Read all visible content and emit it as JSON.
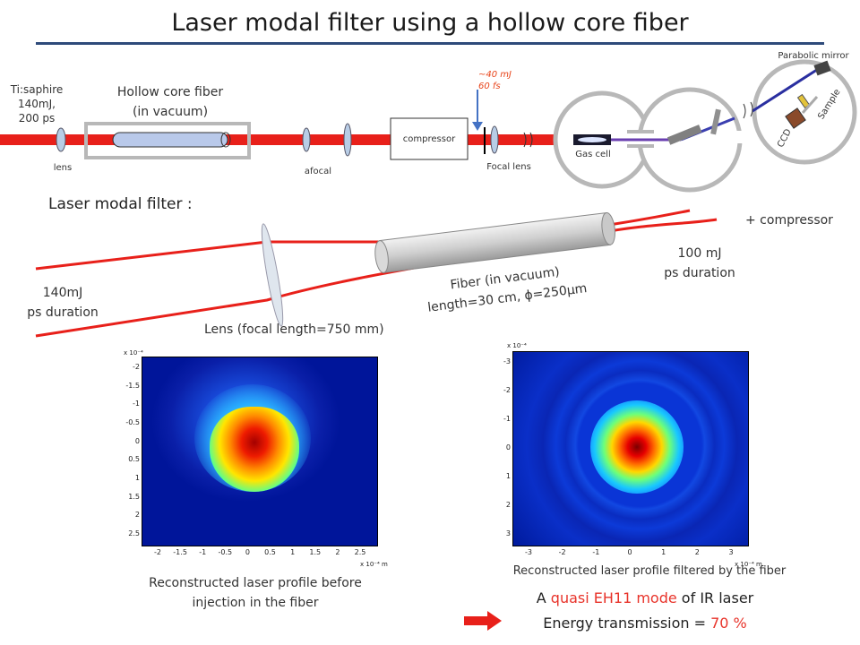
{
  "title": "Laser modal filter using a hollow core fiber",
  "setup": {
    "source_line1": "Ti:saphire",
    "source_line2": "140mJ,",
    "source_line3": "200 ps",
    "lens": "lens",
    "hollow_fiber_line1": "Hollow core fiber",
    "hollow_fiber_line2": "(in vacuum)",
    "afocal": "afocal",
    "compressor": "compressor",
    "pulse_line1": "~40 mJ",
    "pulse_line2": "60 fs",
    "focal_lens": "Focal lens",
    "gas_cell": "Gas cell",
    "parabolic_mirror": "Parabolic mirror",
    "sample": "Sample",
    "ccd": "CCD"
  },
  "filter": {
    "heading": "Laser modal filter :",
    "plus_compressor": "+ compressor",
    "output_line1": "100 mJ",
    "output_line2": "ps duration",
    "input_line1": "140mJ",
    "input_line2": "ps duration",
    "fiber_line1": "Fiber  (in vacuum)",
    "fiber_line2": "length=30 cm, ϕ=250µm",
    "lens": "Lens  (focal length=750 mm)"
  },
  "profile_left": {
    "exp": "x 10⁻⁴",
    "xunit": "x 10⁻⁴ m",
    "yticks": [
      "-2",
      "-1.5",
      "-1",
      "-0.5",
      "0",
      "0.5",
      "1",
      "1.5",
      "2",
      "2.5"
    ],
    "xticks": [
      "-2",
      "-1.5",
      "-1",
      "-0.5",
      "0",
      "0.5",
      "1",
      "1.5",
      "2",
      "2.5"
    ],
    "caption_line1": "Reconstructed laser profile before",
    "caption_line2": "injection in the fiber"
  },
  "profile_right": {
    "exp": "x 10⁻⁴",
    "xunit": "x 10⁻⁴ m",
    "yticks": [
      "-3",
      "-2",
      "-1",
      "0",
      "1",
      "2",
      "3"
    ],
    "xticks": [
      "-3",
      "-2",
      "-1",
      "0",
      "1",
      "2",
      "3"
    ],
    "caption": "Reconstructed laser profile filtered by the fiber"
  },
  "conclusion": {
    "line1_pre": "A ",
    "line1_hl": "quasi EH11 mode",
    "line1_post": " of IR laser",
    "line2_pre": "Energy transmission = ",
    "line2_hl": "70 %"
  },
  "colors": {
    "beam": "#e8201a",
    "title_rule": "#2e4a7a",
    "highlight": "#e8332a",
    "arrow": "#e8201a"
  }
}
